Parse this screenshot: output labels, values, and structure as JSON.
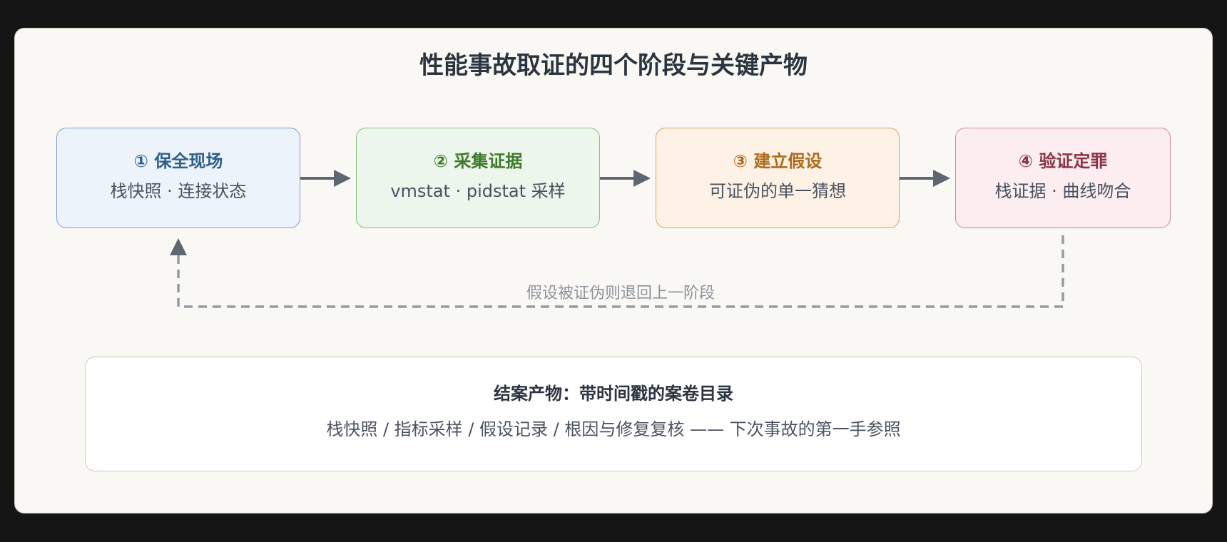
{
  "title": "性能事故取证的四个阶段与关键产物",
  "stages": [
    {
      "head": "① 保全现场",
      "sub": "栈快照 · 连接状态"
    },
    {
      "head": "② 采集证据",
      "sub": "vmstat · pidstat 采样"
    },
    {
      "head": "③ 建立假设",
      "sub": "可证伪的单一猜想"
    },
    {
      "head": "④ 验证定罪",
      "sub": "栈证据 · 曲线吻合"
    }
  ],
  "loop_label": "假设被证伪则退回上一阶段",
  "summary": {
    "heading": "结案产物：带时间戳的案卷目录",
    "items": "栈快照 / 指标采样 / 假设记录 / 根因与修复复核 —— 下次事故的第一手参照"
  }
}
